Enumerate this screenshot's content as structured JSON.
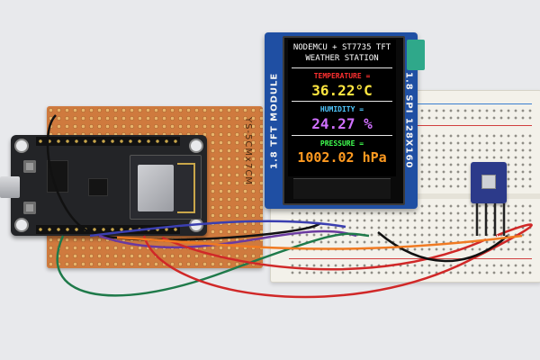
{
  "photo": {
    "subject": "nodemcu-weather-station",
    "colors": {
      "background": "#e8e9ec",
      "tft_board": "#1f4fa3",
      "perfboard": "#cf7a3e",
      "breadboard": "#f3f1ea"
    }
  },
  "perfboard": {
    "label": "YS-5CMx7CM"
  },
  "tft": {
    "side_left": "1.8 TFT MODULE",
    "side_right": "1.8 SPI 128X160",
    "title_line1": "NODEMCU + ST7735 TFT",
    "title_line2": "WEATHER STATION",
    "temperature_label": "TEMPERATURE =",
    "temperature_value": "36.22°C",
    "humidity_label": "HUMIDITY =",
    "humidity_value": "24.27 %",
    "pressure_label": "PRESSURE =",
    "pressure_value": "1002.02 hPa",
    "colors": {
      "temperature_label": "#ff3030",
      "temperature_value": "#ffe640",
      "humidity_label": "#4fc8ff",
      "humidity_value": "#d070ff",
      "pressure_label": "#40ff50",
      "pressure_value": "#ff9a20"
    }
  }
}
